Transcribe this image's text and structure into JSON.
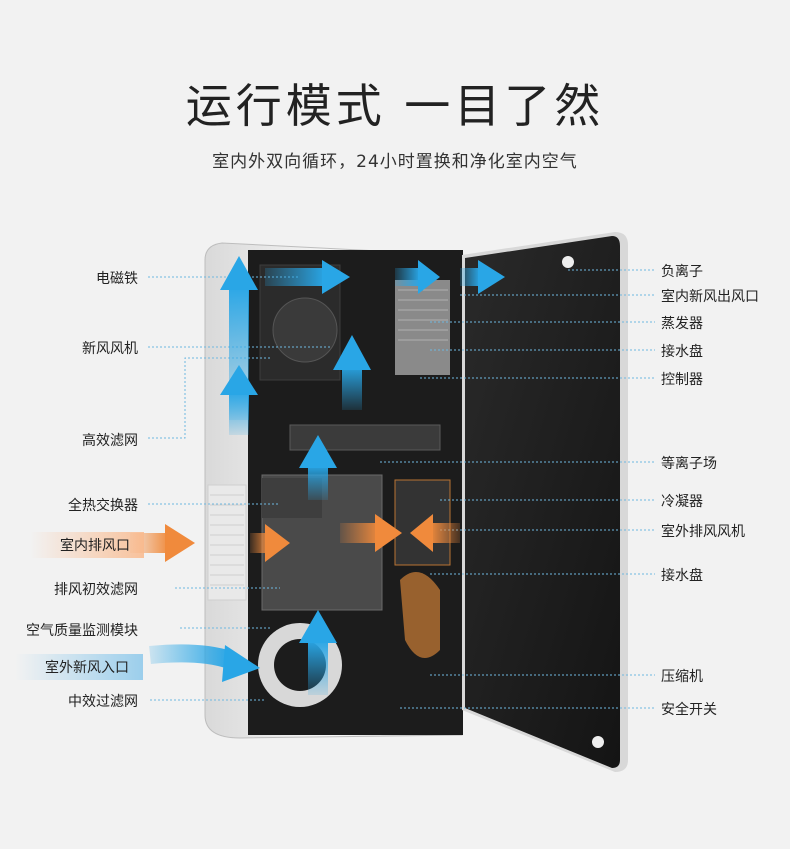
{
  "header": {
    "title": "运行模式 一目了然",
    "subtitle": "室内外双向循环，24小时置换和净化室内空气"
  },
  "labels_left": [
    "电磁铁",
    "新风风机",
    "高效滤网",
    "全热交换器",
    "室内排风口",
    "排风初效滤网",
    "空气质量监测模块",
    "室外新风入口",
    "中效过滤网"
  ],
  "labels_right": [
    "负离子",
    "室内新风出风口",
    "蒸发器",
    "接水盘",
    "控制器",
    "等离子场",
    "冷凝器",
    "室外排风风机",
    "接水盘",
    "压缩机",
    "安全开关"
  ],
  "colors": {
    "background": "#f2f2f2",
    "fresh_air_arrow": "#29a6e6",
    "exhaust_arrow": "#f08a3c",
    "leader_line": "#6fb8e0",
    "door_panel": "#1e1e1e"
  },
  "icons": {
    "fresh_air": "blue-arrow",
    "exhaust": "orange-arrow"
  }
}
